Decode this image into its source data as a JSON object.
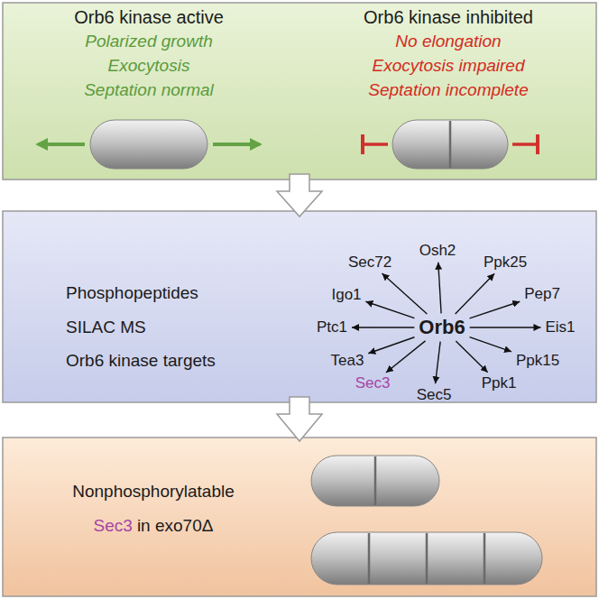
{
  "diagram": {
    "nodes": [
      {
        "text": [
          "Orb6 kinase active",
          "Polarized growth",
          "Exocytosis",
          "Septation normal",
          "Orb6 kinase inhibited",
          "No elongation",
          "Exocytosis impaired",
          "Septation incomplete"
        ]
      },
      {
        "text": [
          "Phosphopeptides",
          "SILAC MS",
          "Orb6 kinase targets"
        ]
      },
      {
        "text": [
          "Orb6"
        ],
        "in": 1
      },
      {
        "text": [
          "Sec72"
        ],
        "in": 1
      },
      {
        "text": [
          "Osh2"
        ],
        "in": 1
      },
      {
        "text": [
          "Ppk25"
        ],
        "in": 1
      },
      {
        "text": [
          "Pep7"
        ],
        "in": 1
      },
      {
        "text": [
          "Eis1"
        ],
        "in": 1
      },
      {
        "text": [
          "Ppk15"
        ],
        "in": 1
      },
      {
        "text": [
          "Ppk1"
        ],
        "in": 1
      },
      {
        "text": [
          "Sec5"
        ],
        "in": 1
      },
      {
        "text": [
          "Sec3"
        ],
        "in": 1
      },
      {
        "text": [
          "Tea3"
        ],
        "in": 1
      },
      {
        "text": [
          "Ptc1"
        ],
        "in": 1
      },
      {
        "text": [
          "Igo1"
        ],
        "in": 1
      },
      {
        "text": [
          "Nonphosphorylatable",
          "Sec3",
          "in exo70Δ"
        ]
      }
    ],
    "edges": [
      {
        "from": 2,
        "to": 3,
        "arrow": "to"
      },
      {
        "from": 2,
        "to": 4,
        "arrow": "to"
      },
      {
        "from": 2,
        "to": 5,
        "arrow": "to"
      },
      {
        "from": 2,
        "to": 6,
        "arrow": "to"
      },
      {
        "from": 2,
        "to": 7,
        "arrow": "to"
      },
      {
        "from": 2,
        "to": 8,
        "arrow": "to"
      },
      {
        "from": 2,
        "to": 9,
        "arrow": "to"
      },
      {
        "from": 2,
        "to": 10,
        "arrow": "to"
      },
      {
        "from": 2,
        "to": 11,
        "arrow": "to"
      },
      {
        "from": 2,
        "to": 12,
        "arrow": "to"
      },
      {
        "from": 2,
        "to": 13,
        "arrow": "to"
      },
      {
        "from": 2,
        "to": 14,
        "arrow": "to"
      }
    ]
  }
}
